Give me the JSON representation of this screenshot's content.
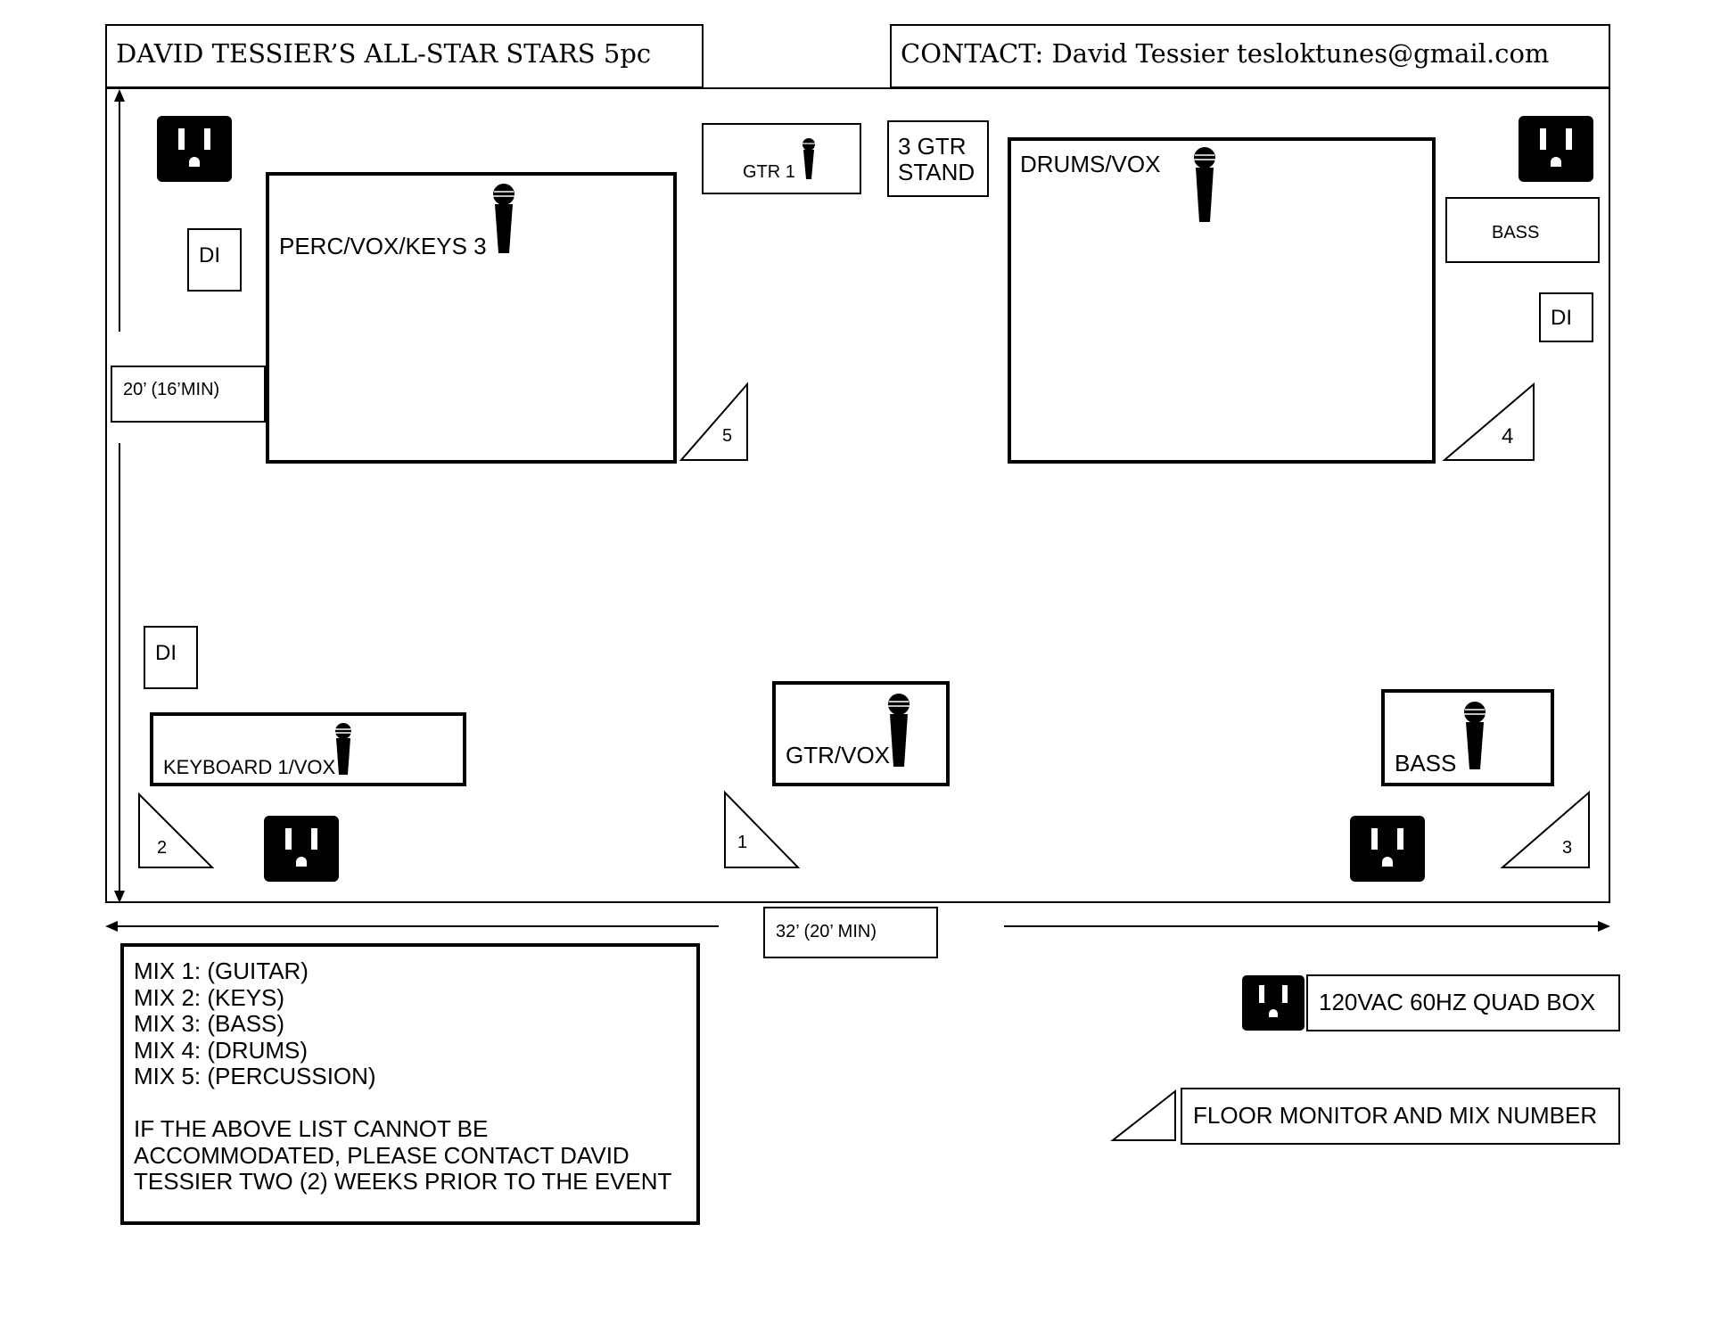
{
  "header": {
    "band_title": "DAVID TESSIER’S ALL-STAR STARS 5pc",
    "contact": "CONTACT: David Tessier  tesloktunes@gmail.com"
  },
  "stage": {
    "depth_label": "20’ (16’MIN)",
    "width_label": "32’ (20’ MIN)",
    "risers": [
      {
        "label": "PERC/VOX/KEYS 3"
      },
      {
        "label": "DRUMS/VOX"
      }
    ],
    "positions": {
      "gtr1": "GTR 1",
      "gtr_stand": [
        "3 GTR",
        "STAND"
      ],
      "bass_amp": "BASS",
      "keyboard": "KEYBOARD 1/VOX",
      "gtr_vox": "GTR/VOX",
      "bass_player": "BASS"
    },
    "di_boxes": [
      "DI",
      "DI",
      "DI"
    ],
    "monitors": [
      "1",
      "2",
      "3",
      "4",
      "5"
    ]
  },
  "mix_list": {
    "mixes": [
      "MIX 1: (GUITAR)",
      "MIX 2:  (KEYS)",
      "MIX 3: (BASS)",
      "MIX 4: (DRUMS)",
      "MIX 5: (PERCUSSION)"
    ],
    "note": [
      "IF THE ABOVE LIST CANNOT BE",
      "ACCOMMODATED, PLEASE CONTACT DAVID",
      "TESSIER TWO (2) WEEKS PRIOR TO THE EVENT"
    ]
  },
  "legend": {
    "outlet": "120VAC 60HZ QUAD BOX",
    "monitor": "FLOOR MONITOR AND MIX NUMBER"
  },
  "icons": {
    "outlet": "power-outlet-icon",
    "mic": "microphone-icon",
    "monitor": "floor-monitor-wedge-icon"
  }
}
